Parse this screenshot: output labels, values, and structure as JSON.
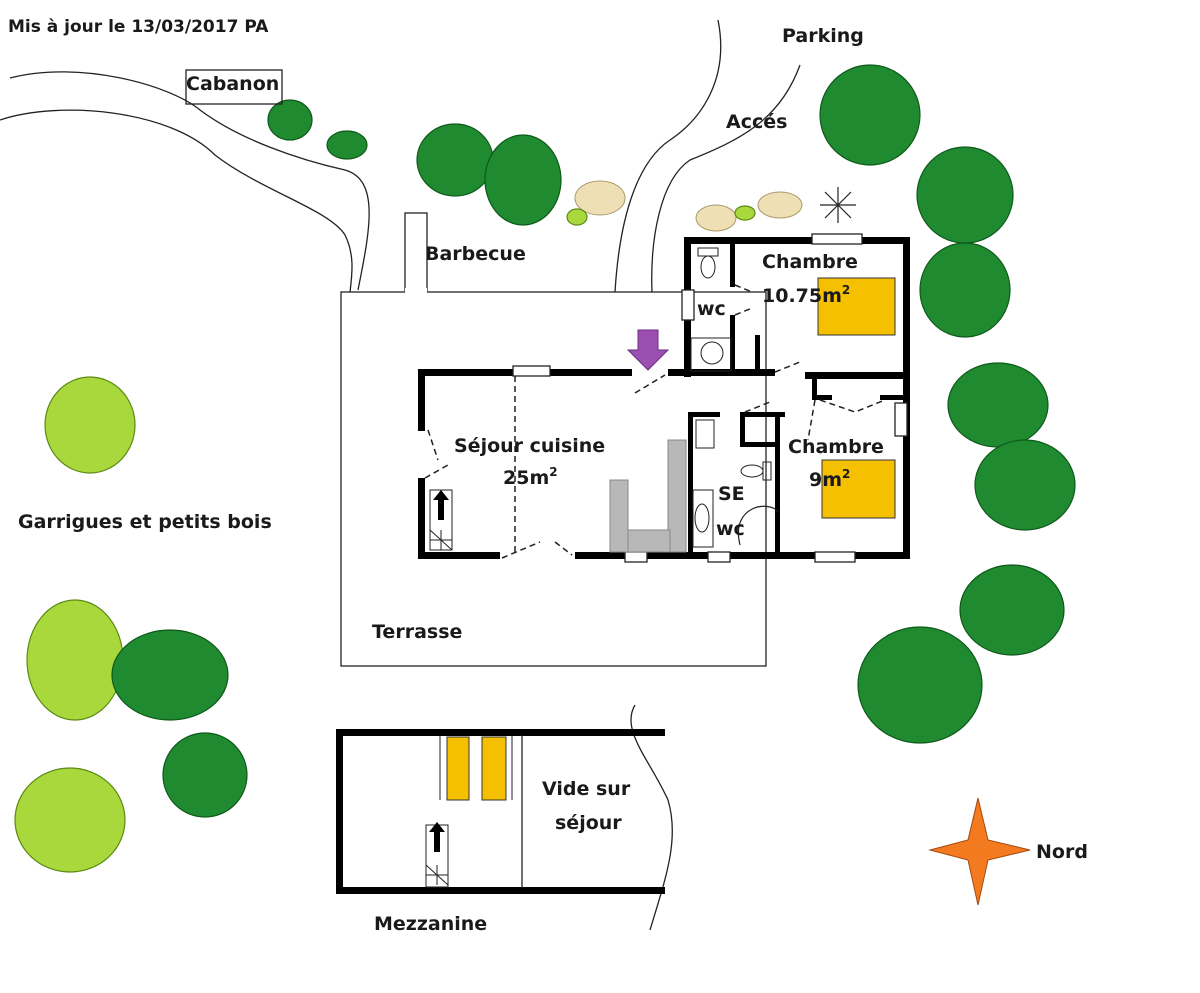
{
  "header": {
    "updated": "Mis à jour le  13/03/2017  PA"
  },
  "labels": {
    "parking": "Parking",
    "cabanon": "Cabanon",
    "acces": "Accés",
    "barbecue": "Barbecue",
    "chambre1": "Chambre",
    "chambre1_area": "10.75m",
    "wc1": "wc",
    "sejour": "Séjour cuisine",
    "sejour_area": "25m",
    "chambre2": "Chambre",
    "chambre2_area": "9m",
    "se": "SE",
    "wc2": "wc",
    "garrigues": "Garrigues et petits bois",
    "terrasse": "Terrasse",
    "vide1": "Vide sur",
    "vide2": "séjour",
    "mezzanine": "Mezzanine",
    "nord": "Nord",
    "sup": "2"
  },
  "colors": {
    "tree_dark": "#1f8a30",
    "tree_light": "#a8d83c",
    "bed": "#f5c000",
    "entry_arrow": "#9b4fb0",
    "compass": "#f47a20"
  }
}
